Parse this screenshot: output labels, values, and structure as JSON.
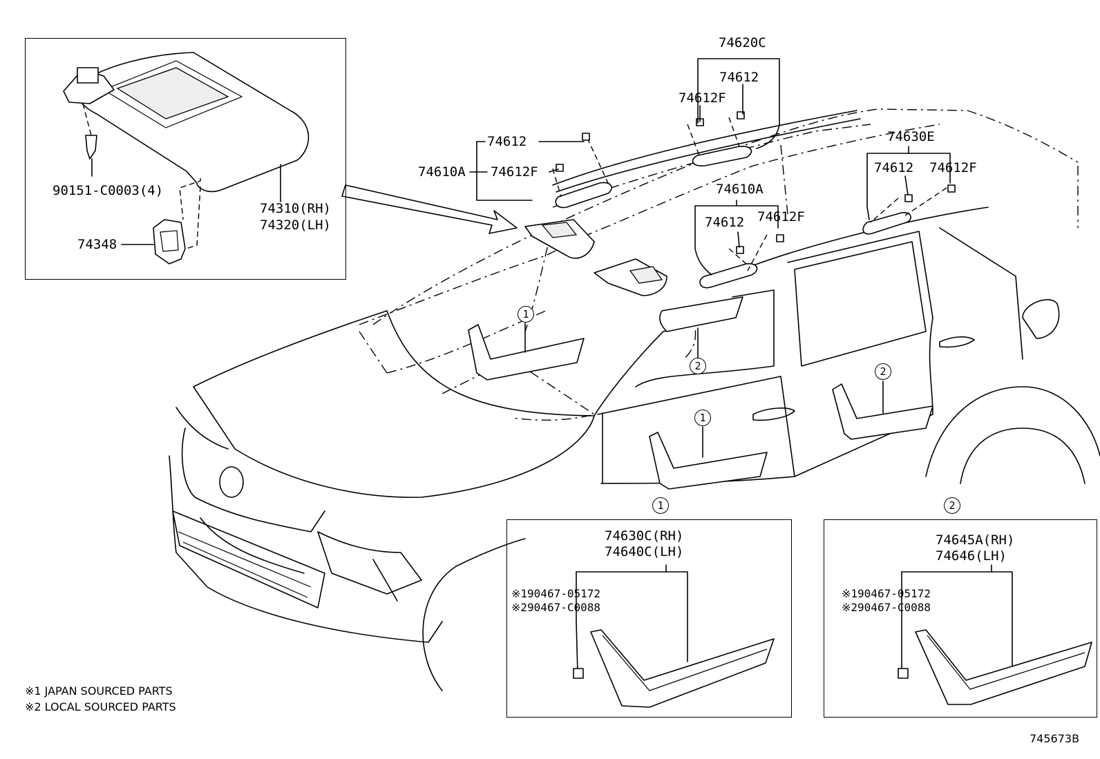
{
  "inset_box": {
    "screw": "90151-C0003(4)",
    "visor_rh": "74310(RH)",
    "visor_lh": "74320(LH)",
    "holder": "74348"
  },
  "callouts": {
    "grip_front_group": "74610A",
    "grip_front_clip": "74612",
    "grip_front_clip_f": "74612F",
    "grip_mid_assy": "74620C",
    "grip_mid_clip": "74612",
    "grip_mid_clip_f": "74612F",
    "grip_center_group": "74610A",
    "grip_center_clip": "74612",
    "grip_center_clip_f": "74612F",
    "grip_rear_assy": "74630E",
    "grip_rear_clip": "74612",
    "grip_rear_clip_f": "74612F"
  },
  "markers": {
    "one": "1",
    "two": "2"
  },
  "detail_1": {
    "marker": "1",
    "part_rh": "74630C(RH)",
    "part_lh": "74640C(LH)",
    "clip_1": "※190467-05172",
    "clip_2": "※290467-C0088"
  },
  "detail_2": {
    "marker": "2",
    "part_rh": "74645A(RH)",
    "part_lh": "74646(LH)",
    "clip_1": "※190467-05172",
    "clip_2": "※290467-C0088"
  },
  "notes": {
    "note_1": "※1 JAPAN SOURCED PARTS",
    "note_2": "※2 LOCAL SOURCED PARTS"
  },
  "diagram_id": "745673B"
}
